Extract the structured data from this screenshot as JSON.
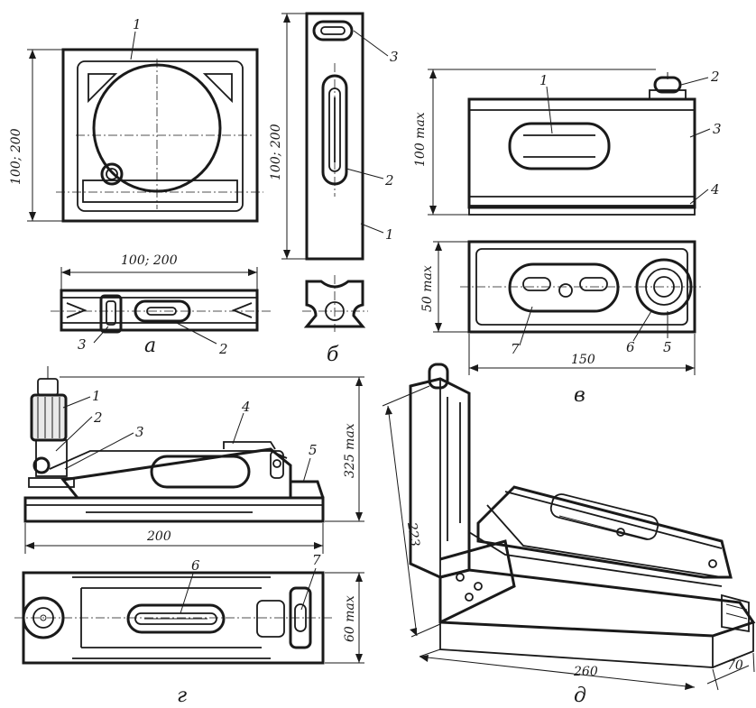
{
  "drawing": {
    "views": {
      "a": {
        "caption": "а",
        "dims": {
          "side": "100; 200",
          "width": "100; 200"
        },
        "callouts": {
          "top_view": [
            "1"
          ],
          "side_view": [
            "3",
            "2"
          ]
        }
      },
      "b": {
        "caption": "б",
        "dims": {
          "height": "100; 200"
        },
        "callouts": [
          "3",
          "2",
          "1"
        ]
      },
      "v": {
        "caption": "в",
        "dims": {
          "height": "100 max",
          "depth": "50 max",
          "length": "150"
        },
        "callouts": {
          "front": [
            "2",
            "1",
            "3",
            "4"
          ],
          "top": [
            "7",
            "6",
            "5"
          ]
        }
      },
      "g": {
        "caption": "г",
        "dims": {
          "height": "325 max",
          "length": "200",
          "depth": "60 max"
        },
        "callouts": {
          "side": [
            "1",
            "2",
            "3",
            "4",
            "5"
          ],
          "top": [
            "6",
            "7"
          ]
        }
      },
      "d": {
        "caption": "д",
        "dims": {
          "height": "223",
          "length": "260",
          "width": "70"
        }
      }
    }
  }
}
